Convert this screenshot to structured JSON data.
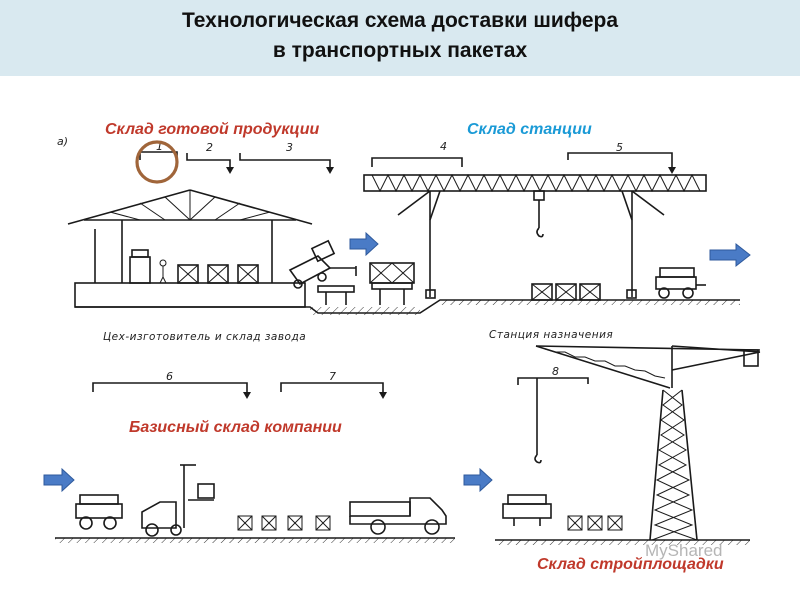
{
  "header": {
    "title_line1": "Технологическая схема доставки шифера",
    "title_line2": "в транспортных пакетах"
  },
  "labels": {
    "finished_goods_warehouse": "Склад готовой продукции",
    "station_warehouse": "Склад  станции",
    "base_warehouse": "Базисный склад  компании",
    "site_warehouse": "Склад  стройплощадки"
  },
  "handwritten": {
    "figure_marker": "а)",
    "workshop": "Цех-изготовитель  и  склад  завода",
    "destination_station": "Станция  назначения",
    "stage_numbers": [
      "1",
      "2",
      "3",
      "4",
      "5",
      "6",
      "7",
      "8"
    ]
  },
  "watermark": "MyShared",
  "colors": {
    "header_bg": "#d9e9f0",
    "label_red": "#c0392b",
    "label_blue": "#1a9ad6",
    "arrow_fill": "#4a7bc6",
    "highlight_circle": "#a0653a"
  }
}
